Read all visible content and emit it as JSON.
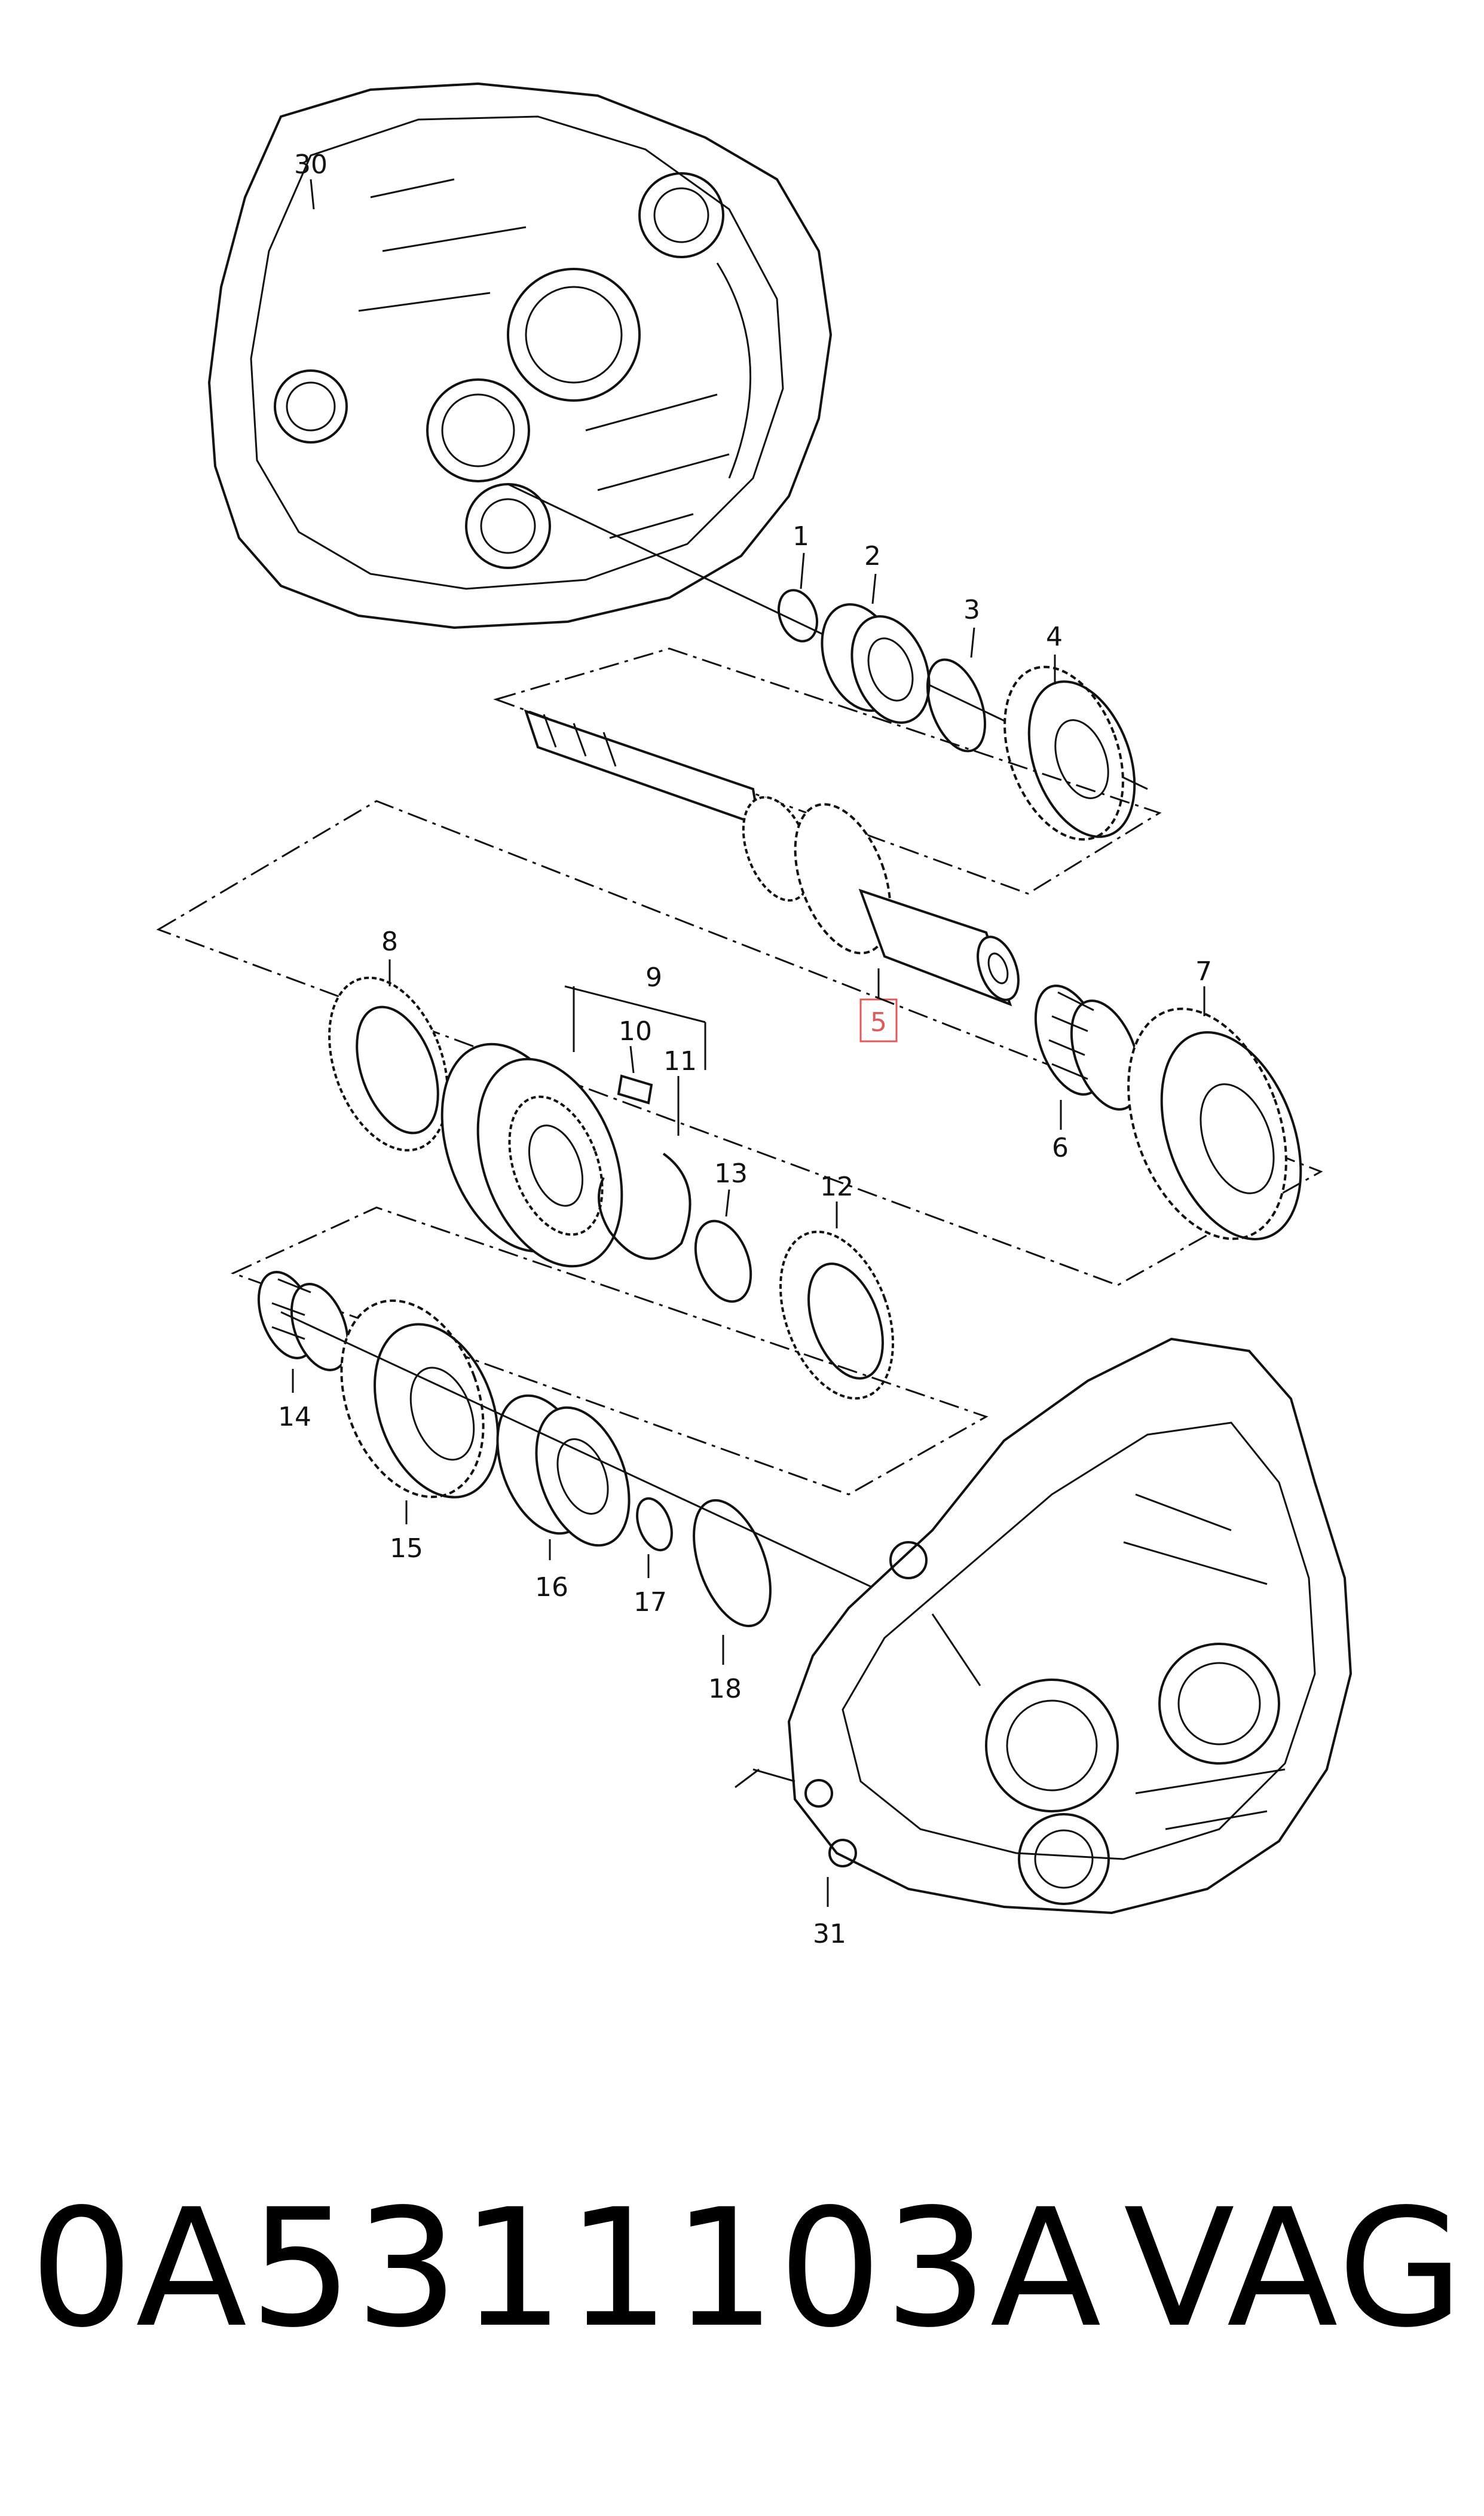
{
  "callouts": {
    "c1": "1",
    "c2": "2",
    "c3": "3",
    "c4": "4",
    "c5": "5",
    "c6": "6",
    "c7": "7",
    "c8": "8",
    "c9": "9",
    "c10": "10",
    "c11": "11",
    "c12": "12",
    "c13": "13",
    "c14": "14",
    "c15": "15",
    "c16": "16",
    "c17": "17",
    "c18": "18",
    "c30": "30",
    "c31": "31"
  },
  "highlighted_callout": "5",
  "highlight_color": "#e05a5a",
  "caption": {
    "part_number": "0A5311103A",
    "brand": "VAG"
  }
}
